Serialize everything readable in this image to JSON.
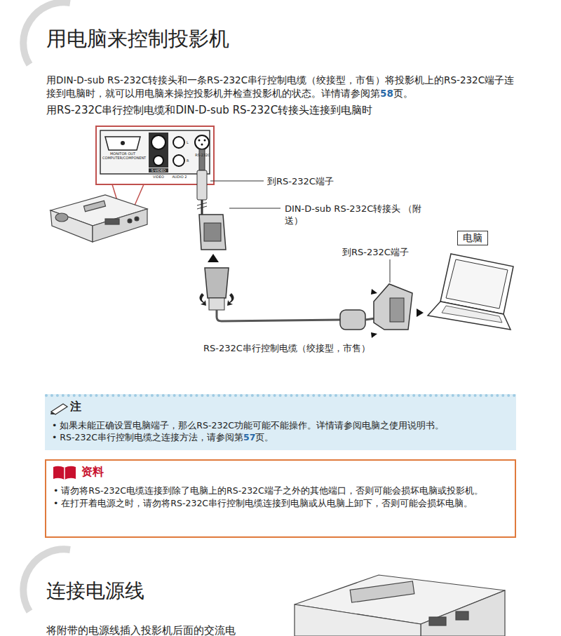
{
  "diagram": {
    "title": "用电脑来控制投影机",
    "nodes": [
      {
        "text": [
          "电脑"
        ]
      },
      {
        "text": [
          "注",
          "• 如果未能正确设置电脑端子，那么RS-232C功能可能不能操作。详情请参阅电脑之使用说明书。",
          "• RS-232C串行控制电缆之连接方法，请参阅第",
          "57",
          "页。"
        ]
      },
      {
        "text": [
          "资料",
          "• 请勿将RS-232C电缆连接到除了电脑上的RS-232C端子之外的其他端口，否则可能会损坏电脑或投影机。",
          "• 在打开着电源之时，请勿将RS-232C串行控制电缆连接到电脑或从电脑上卸下，否则可能会损坏电脑。"
        ]
      }
    ],
    "labels": [
      "用DIN-D-sub RS-232C转接头和一条RS-232C串行控制电缆（绞接型，市售）将投影机上的RS-232C端子连接到电脑时，就可以用电脑来操控投影机并检查投影机的状态。详情请参阅第",
      "58",
      "页。",
      "用RS-232C串行控制电缆和DIN-D-sub RS-232C转接头连接到电脑时",
      "MONITOR OUT COMPUTER/COMPONENT",
      "S-VIDEO",
      "VIDEO",
      "AUDIO 2",
      "L",
      "R",
      "RS-232C",
      "到RS-232C端子",
      "DIN-D-sub RS-232C转接头 （附送）",
      "到RS-232C端子",
      "RS-232C串行控制电缆（绞接型，市售）",
      "连接电源线",
      "将附带的电源线插入投影机后面的交流电"
    ]
  }
}
